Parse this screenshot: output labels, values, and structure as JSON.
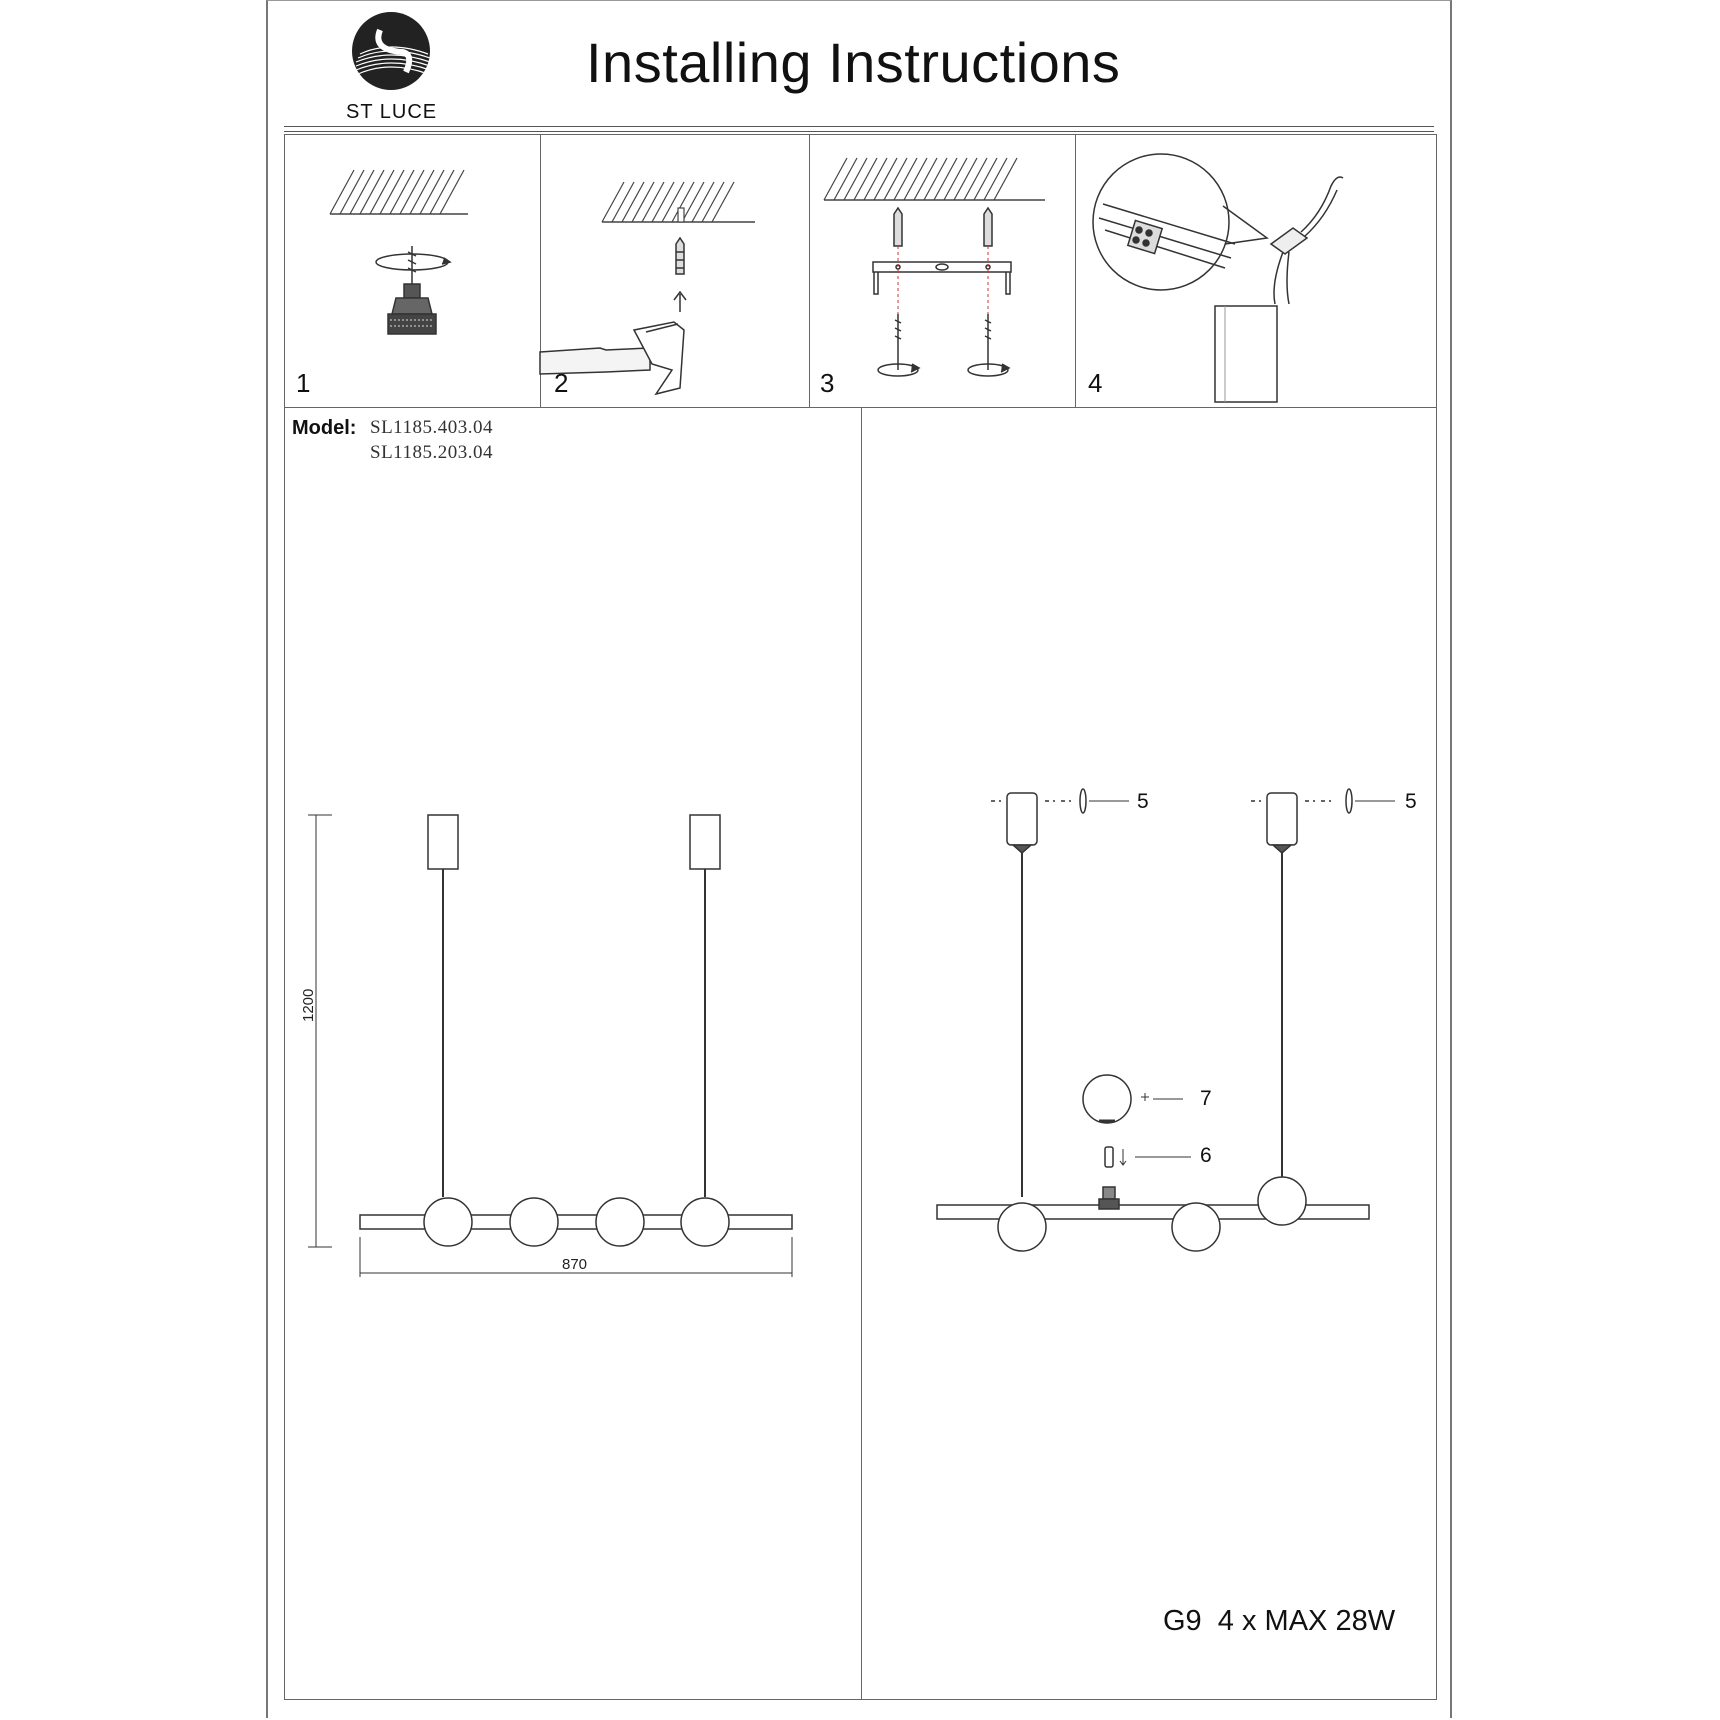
{
  "header": {
    "brand": "ST LUCE",
    "title": "Installing Instructions"
  },
  "steps": [
    {
      "number": "1"
    },
    {
      "number": "2"
    },
    {
      "number": "3"
    },
    {
      "number": "4"
    }
  ],
  "model": {
    "label": "Model:",
    "codes": [
      "SL1185.403.04",
      "SL1185.203.04"
    ]
  },
  "dimensions": {
    "height": "1200",
    "width": "870"
  },
  "parts": {
    "canopy_cover": "5",
    "socket": "6",
    "shade": "7"
  },
  "spec": "G9  4 x MAX 28W",
  "icons": [
    "logo-icon",
    "ceiling-hatch",
    "drill-icon",
    "anchor-icon",
    "hammer-icon",
    "bracket-icon",
    "screw-icon",
    "wire-terminal-icon",
    "canopy-icon"
  ]
}
